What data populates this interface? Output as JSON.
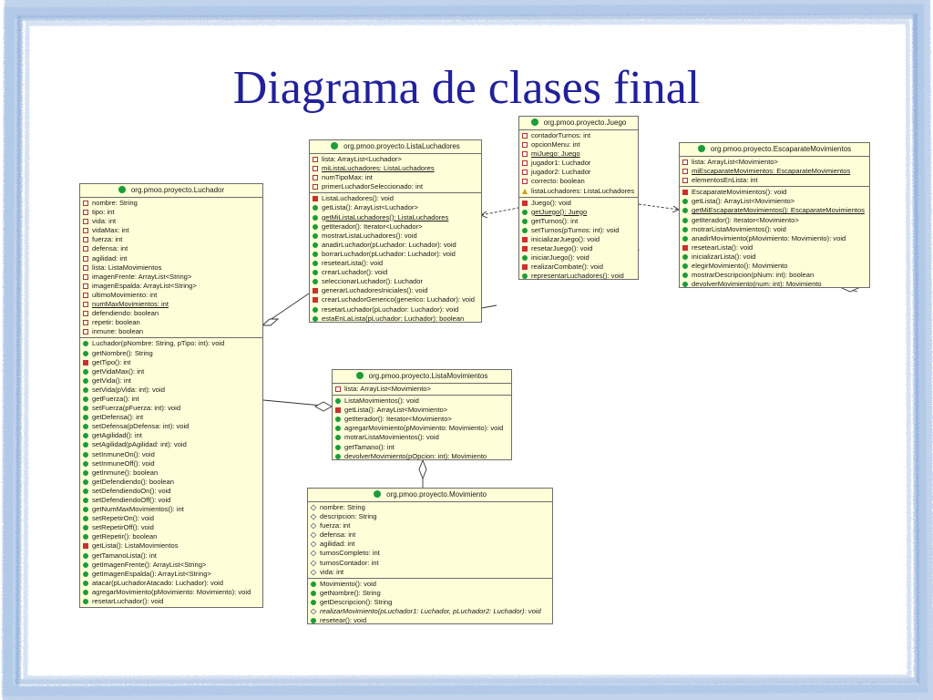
{
  "slide": {
    "title": "Diagrama de clases final"
  },
  "classes": {
    "luchador": {
      "name": "org.pmoo.proyecto.Luchador",
      "attributes": [
        {
          "v": "p",
          "t": "nombre: String"
        },
        {
          "v": "p",
          "t": "tipo: int"
        },
        {
          "v": "p",
          "t": "vida: int"
        },
        {
          "v": "p",
          "t": "vidaMax: int"
        },
        {
          "v": "p",
          "t": "fuerza: int"
        },
        {
          "v": "p",
          "t": "defensa: int"
        },
        {
          "v": "p",
          "t": "agilidad: int"
        },
        {
          "v": "p",
          "t": "lista: ListaMovimientos"
        },
        {
          "v": "p",
          "t": "imagenFrente: ArrayList<String>"
        },
        {
          "v": "p",
          "t": "imagenEspalda: ArrayList<String>"
        },
        {
          "v": "p",
          "t": "ultimoMovimiento: int"
        },
        {
          "v": "p",
          "t": "numMaxMovimientos: int",
          "u": true
        },
        {
          "v": "p",
          "t": "defendiendo: boolean"
        },
        {
          "v": "p",
          "t": "repetir: boolean"
        },
        {
          "v": "p",
          "t": "inmune: boolean"
        }
      ],
      "methods": [
        {
          "v": "o",
          "t": "Luchador(pNombre: String, pTipo: int): void"
        },
        {
          "v": "o",
          "t": "getNombre(): String"
        },
        {
          "v": "m",
          "t": "getTipo(): int"
        },
        {
          "v": "o",
          "t": "getVidaMax(): int"
        },
        {
          "v": "o",
          "t": "getVida(): int"
        },
        {
          "v": "o",
          "t": "setVida(pVida: int): void"
        },
        {
          "v": "o",
          "t": "getFuerza(): int"
        },
        {
          "v": "o",
          "t": "setFuerza(pFuerza: int): void"
        },
        {
          "v": "o",
          "t": "getDefensa(): int"
        },
        {
          "v": "o",
          "t": "setDefensa(pDefensa: int): void"
        },
        {
          "v": "o",
          "t": "getAgilidad(): int"
        },
        {
          "v": "o",
          "t": "setAgilidad(pAgilidad: int): void"
        },
        {
          "v": "o",
          "t": "setInmuneOn(): void"
        },
        {
          "v": "o",
          "t": "setInmuneOff(): void"
        },
        {
          "v": "o",
          "t": "getInmune(): boolean"
        },
        {
          "v": "o",
          "t": "getDefendiendo(): boolean"
        },
        {
          "v": "o",
          "t": "setDefendiendoOn(): void"
        },
        {
          "v": "o",
          "t": "setDefendiendoOff(): void"
        },
        {
          "v": "o",
          "t": "getNumMaxMovimientos(): int"
        },
        {
          "v": "o",
          "t": "setRepetirOn(): void"
        },
        {
          "v": "o",
          "t": "setRepetirOff(): void"
        },
        {
          "v": "o",
          "t": "getRepetir(): boolean"
        },
        {
          "v": "m",
          "t": "getLista(): ListaMovimientos"
        },
        {
          "v": "o",
          "t": "getTamanoLista(): int"
        },
        {
          "v": "o",
          "t": "getImagenFrente(): ArrayList<String>"
        },
        {
          "v": "o",
          "t": "getImagenEspalda(): ArrayList<String>"
        },
        {
          "v": "o",
          "t": "atacar(pLuchadorAtacado: Luchador): void"
        },
        {
          "v": "o",
          "t": "agregarMovimiento(pMovimiento: Movimiento): void"
        },
        {
          "v": "o",
          "t": "resetarLuchador(): void"
        }
      ]
    },
    "listaLuchadores": {
      "name": "org.pmoo.proyecto.ListaLuchadores",
      "attributes": [
        {
          "v": "p",
          "t": "lista: ArrayList<Luchador>"
        },
        {
          "v": "p",
          "t": "miListaLuchadores: ListaLuchadores",
          "u": true
        },
        {
          "v": "p",
          "t": "numTipoMax: int"
        },
        {
          "v": "p",
          "t": "primerLuchadorSeleccionado: int"
        }
      ],
      "methods": [
        {
          "v": "m",
          "t": "ListaLuchadores(): void"
        },
        {
          "v": "o",
          "t": "getLista(): ArrayList<Luchador>"
        },
        {
          "v": "o",
          "t": "getMiListaLuchadores(): ListaLuchadores",
          "u": true
        },
        {
          "v": "o",
          "t": "getIterador(): Iterator<Luchador>"
        },
        {
          "v": "o",
          "t": "mostrarListaLuchadores(): void"
        },
        {
          "v": "o",
          "t": "anadirLuchador(pLuchador: Luchador): void"
        },
        {
          "v": "o",
          "t": "borrarLuchador(pLuchador: Luchador): void"
        },
        {
          "v": "o",
          "t": "resetearLista(): void"
        },
        {
          "v": "o",
          "t": "crearLuchador(): void"
        },
        {
          "v": "o",
          "t": "seleccionarLuchador(): Luchador"
        },
        {
          "v": "m",
          "t": "generarLuchadoresIniciales(): void"
        },
        {
          "v": "m",
          "t": "crearLuchadorGenerico(generico: Luchador): void"
        },
        {
          "v": "o",
          "t": "resetarLuchador(pLuchador: Luchador): void"
        },
        {
          "v": "o",
          "t": "estaEnLaLista(pLuchador: Luchador): boolean"
        }
      ]
    },
    "juego": {
      "name": "org.pmoo.proyecto.Juego",
      "attributes": [
        {
          "v": "p",
          "t": "contadorTurnos: int"
        },
        {
          "v": "p",
          "t": "opcionMenu: int"
        },
        {
          "v": "p",
          "t": "miJuego: Juego",
          "u": true
        },
        {
          "v": "p",
          "t": "jugador1: Luchador"
        },
        {
          "v": "p",
          "t": "jugador2: Luchador"
        },
        {
          "v": "p",
          "t": "correcto: boolean"
        },
        {
          "v": "t",
          "t": "listaLuchadores: ListaLuchadores"
        }
      ],
      "methods": [
        {
          "v": "m",
          "t": "Juego(): void"
        },
        {
          "v": "o",
          "t": "getJuego(): Juego",
          "u": true
        },
        {
          "v": "o",
          "t": "getTurnos(): int"
        },
        {
          "v": "o",
          "t": "setTurnos(pTurnos: int): void"
        },
        {
          "v": "m",
          "t": "inicializarJuego(): void"
        },
        {
          "v": "m",
          "t": "resetarJuego(): void"
        },
        {
          "v": "o",
          "t": "iniciarJuego(): void"
        },
        {
          "v": "m",
          "t": "realizarCombate(): void"
        },
        {
          "v": "o",
          "t": "representarLuchadores(): void"
        }
      ]
    },
    "escaparate": {
      "name": "org.pmoo.proyecto.EscaparateMovimientos",
      "attributes": [
        {
          "v": "p",
          "t": "lista: ArrayList<Movimiento>"
        },
        {
          "v": "p",
          "t": "miEscaparateMovimientos: EscaparateMovimientos",
          "u": true
        },
        {
          "v": "p",
          "t": "elementosEnLista: int"
        }
      ],
      "methods": [
        {
          "v": "m",
          "t": "EscaparateMovimientos(): void"
        },
        {
          "v": "o",
          "t": "getLista(): ArrayList<Movimiento>"
        },
        {
          "v": "o",
          "t": "getMiEscaparateMovimientos(): EscaparateMovimientos",
          "u": true
        },
        {
          "v": "o",
          "t": "getIterador(): Iterator<Movimiento>"
        },
        {
          "v": "o",
          "t": "motrarListaMovimientos(): void"
        },
        {
          "v": "o",
          "t": "anadirMovimiento(pMovimiento: Movimiento): void"
        },
        {
          "v": "m",
          "t": "resetearLista(): void"
        },
        {
          "v": "o",
          "t": "inicializarLista(): void"
        },
        {
          "v": "o",
          "t": "elegirMovimiento(): Movimiento"
        },
        {
          "v": "o",
          "t": "mostrarDescripcion(pNum: int): boolean"
        },
        {
          "v": "o",
          "t": "devolverMovimiento(num: int): Movimiento"
        }
      ]
    },
    "listaMovimientos": {
      "name": "org.pmoo.proyecto.ListaMovimientos",
      "attributes": [
        {
          "v": "p",
          "t": "lista: ArrayList<Movimiento>"
        }
      ],
      "methods": [
        {
          "v": "o",
          "t": "ListaMovimientos(): void"
        },
        {
          "v": "m",
          "t": "getLista(): ArrayList<Movimiento>"
        },
        {
          "v": "o",
          "t": "getIterador(): Iterator<Movimiento>"
        },
        {
          "v": "o",
          "t": "agregarMovimiento(pMovimiento: Movimiento): void"
        },
        {
          "v": "o",
          "t": "motrarListaMovimientos(): void"
        },
        {
          "v": "o",
          "t": "getTamano(): int"
        },
        {
          "v": "o",
          "t": "devolverMovimiento(pOpcion: int): Movimiento"
        }
      ]
    },
    "movimiento": {
      "name": "org.pmoo.proyecto.Movimiento",
      "attributes": [
        {
          "v": "k",
          "t": "nombre: String"
        },
        {
          "v": "k",
          "t": "descripcion: String"
        },
        {
          "v": "k",
          "t": "fuerza: int"
        },
        {
          "v": "k",
          "t": "defensa: int"
        },
        {
          "v": "k",
          "t": "agilidad: int"
        },
        {
          "v": "k",
          "t": "turnosCompleto: int"
        },
        {
          "v": "k",
          "t": "turnosContador: int"
        },
        {
          "v": "k",
          "t": "vida: int"
        }
      ],
      "methods": [
        {
          "v": "o",
          "t": "Movimiento(): void"
        },
        {
          "v": "o",
          "t": "getNombre(): String"
        },
        {
          "v": "o",
          "t": "getDescripcion(): String"
        },
        {
          "v": "k",
          "t": "realizarMovimiento(pLuchador1: Luchador, pLuchador2: Luchador): void",
          "i": true
        },
        {
          "v": "o",
          "t": "resetear(): void"
        }
      ]
    }
  }
}
